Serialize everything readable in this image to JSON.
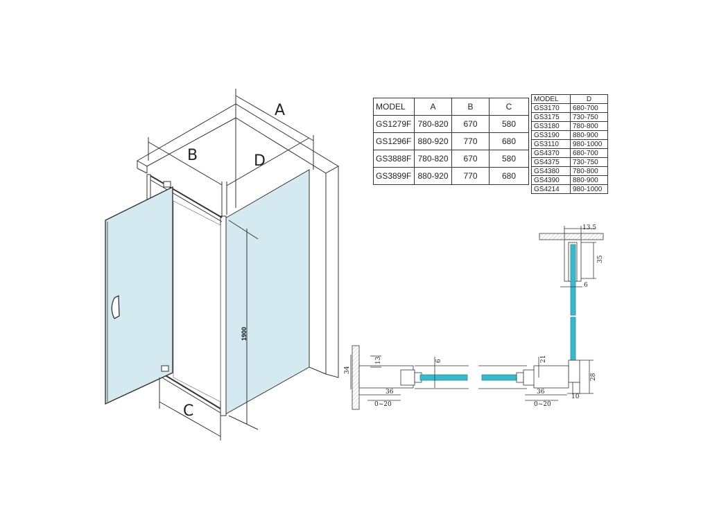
{
  "labels": {
    "a": "A",
    "b": "B",
    "c": "C",
    "d": "D",
    "height": "1900"
  },
  "table_ab": {
    "headers": [
      "MODEL",
      "A",
      "B",
      "C"
    ],
    "rows": [
      [
        "GS1279F",
        "780-820",
        "670",
        "580"
      ],
      [
        "GS1296F",
        "880-920",
        "770",
        "680"
      ],
      [
        "GS3888F",
        "780-820",
        "670",
        "580"
      ],
      [
        "GS3899F",
        "880-920",
        "770",
        "680"
      ]
    ]
  },
  "table_d": {
    "headers": [
      "MODEL",
      "D"
    ],
    "rows": [
      [
        "GS3170",
        "680-700"
      ],
      [
        "GS3175",
        "730-750"
      ],
      [
        "GS3180",
        "780-800"
      ],
      [
        "GS3190",
        "880-900"
      ],
      [
        "GS3110",
        "980-1000"
      ],
      [
        "GS4370",
        "680-700"
      ],
      [
        "GS4375",
        "730-750"
      ],
      [
        "GS4380",
        "780-800"
      ],
      [
        "GS4390",
        "880-900"
      ],
      [
        "GS4214",
        "980-1000"
      ]
    ]
  },
  "detail_dims": {
    "top_width": "13.5",
    "top_height": "35",
    "glass_thickness": "6",
    "bottom_height": "28",
    "bottom_gap": "10",
    "left_height": "34",
    "left_offset": "13",
    "left_glass": "6",
    "left_depth": "36",
    "left_adjust": "0~20",
    "right_offset": "21",
    "right_depth": "36",
    "right_adjust": "0~20"
  },
  "colors": {
    "glass": "#d5e9f0",
    "glass_section": "#3ab8cc",
    "frame": "#333333",
    "wall": "#ffffff"
  }
}
